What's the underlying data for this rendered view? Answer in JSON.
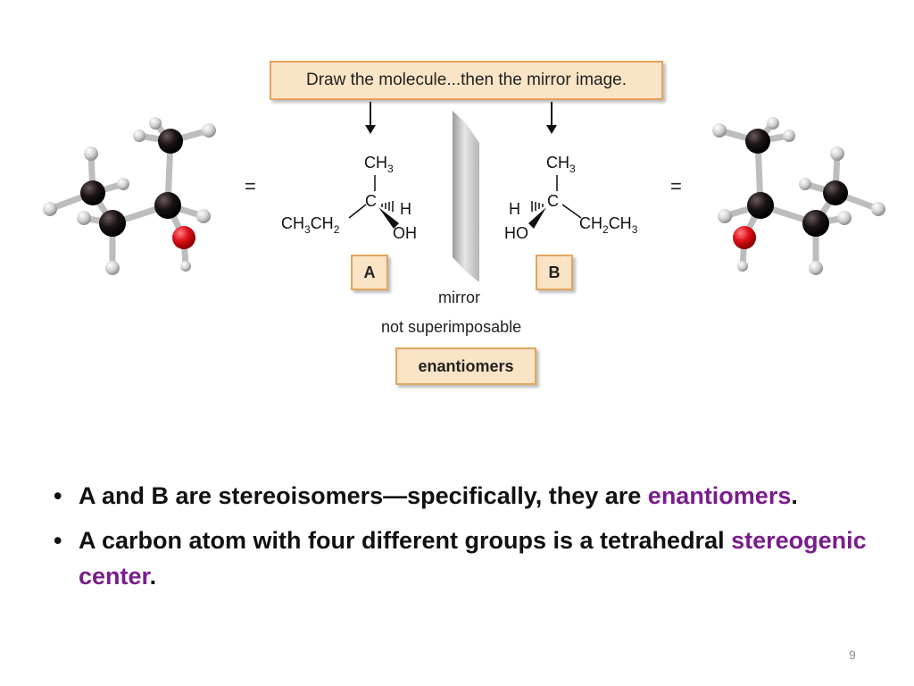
{
  "prompt": "Draw the molecule...then the mirror image.",
  "equals_left": "=",
  "equals_right": "=",
  "molecule_a": {
    "top_group": "CH3",
    "center": "C",
    "wedge_group": "OH",
    "dash_group": "H",
    "left_group": "CH3CH2",
    "label": "A"
  },
  "molecule_b": {
    "top_group": "CH3",
    "center": "C",
    "wedge_group": "HO",
    "dash_group": "H",
    "right_group": "CH2CH3",
    "label": "B"
  },
  "mirror_label": "mirror",
  "not_superimposable": "not superimposable",
  "enantiomers_box": "enantiomers",
  "bullets": [
    {
      "text": "A and B are stereoisomers—specifically, they are ",
      "highlight": "enantiomers",
      "end": "."
    },
    {
      "text": "A carbon atom with four different groups is a tetrahedral ",
      "highlight": "stereogenic center",
      "end": "."
    }
  ],
  "slide_number": "9",
  "colors": {
    "box_fill": "#fbe3c6",
    "box_border": "#e3a45d",
    "highlight": "#7a1d8c",
    "carbon": "#1c1414",
    "oxygen": "#e0101a",
    "hydrogen": "#d8d8d8"
  }
}
